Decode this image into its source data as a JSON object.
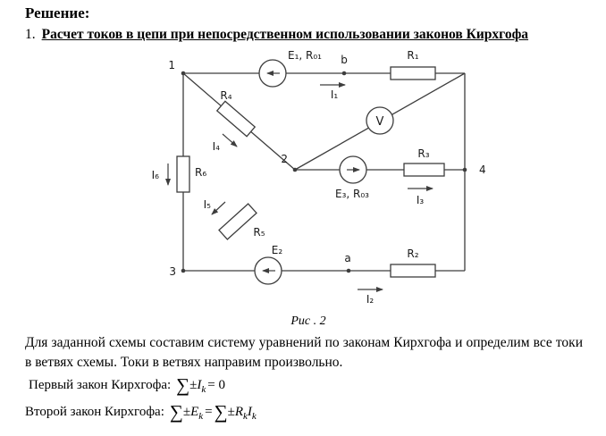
{
  "header": {
    "title": "Решение:",
    "item_number": "1.",
    "item_title": "Расчет токов в цепи при непосредственном использовании законов Кирхгофа"
  },
  "diagram": {
    "caption": "Рис . 2",
    "nodes": {
      "n1": "1",
      "n2": "2",
      "n3": "3",
      "n4": "4",
      "a": "a",
      "b": "b"
    },
    "labels": {
      "e1": "E₁, R₀₁",
      "e2": "E₂",
      "e3": "E₃, R₀₃",
      "r1": "R₁",
      "r2": "R₂",
      "r3": "R₃",
      "r4": "R₄",
      "r5": "R₅",
      "r6": "R₆",
      "i1": "I₁",
      "i2": "I₂",
      "i3": "I₃",
      "i4": "I₄",
      "i5": "I₅",
      "i6": "I₆",
      "voltmeter": "V"
    }
  },
  "body": {
    "paragraph": "Для заданной схемы составим систему уравнений по законам Кирхгофа и определим все токи в ветвях схемы. Токи в ветвях направим произвольно.",
    "first_law": {
      "label": "Первый закон Кирхгофа:",
      "sum": "∑",
      "pm": "±",
      "var": "I",
      "sub": "k",
      "rhs": "= 0"
    },
    "second_law": {
      "label": "Второй закон Кирхгофа:",
      "sum1": "∑",
      "pm1": "±",
      "var1": "E",
      "sub1": "k",
      "eq": "=",
      "sum2": "∑",
      "pm2": "±",
      "var2": "R",
      "sub2": "k",
      "var3": "I",
      "sub3": "k"
    }
  }
}
